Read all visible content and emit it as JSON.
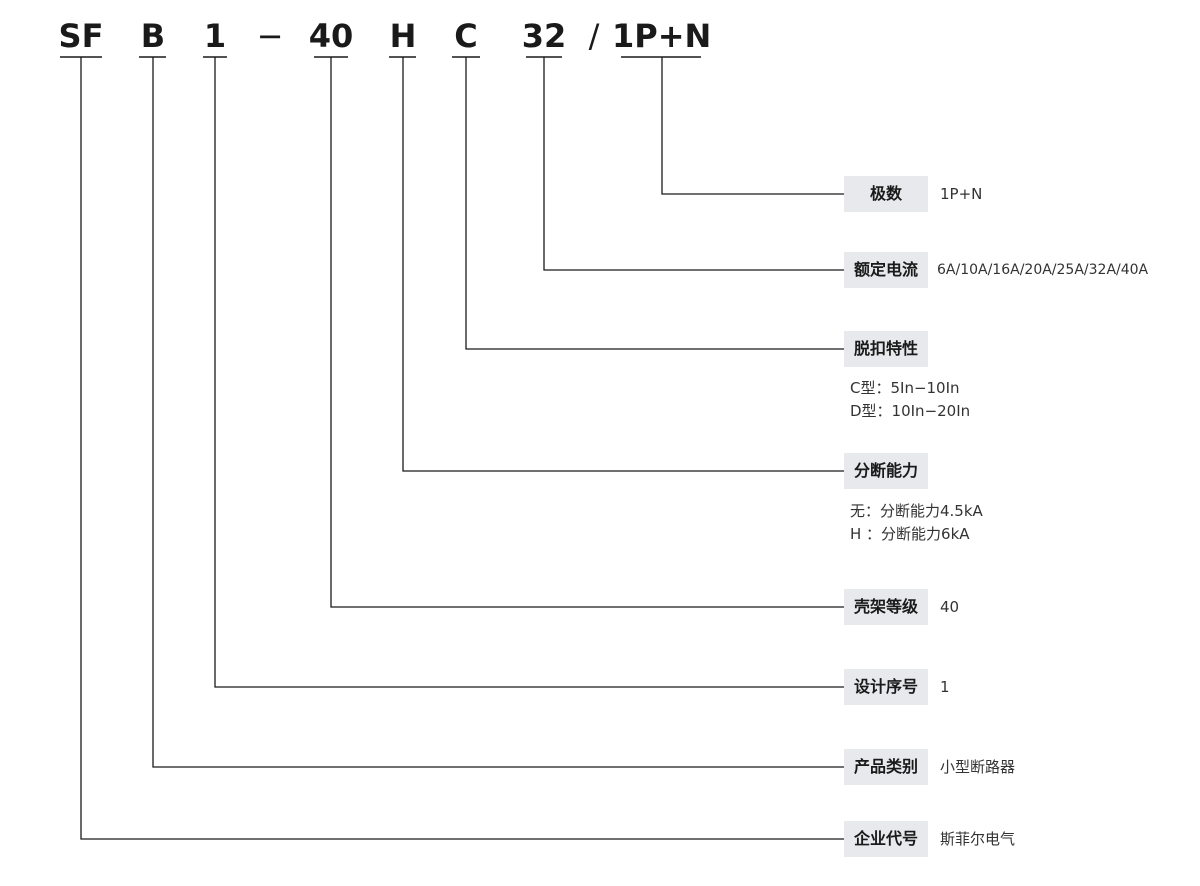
{
  "code_segments": [
    "SF",
    "B",
    "1",
    "−",
    "40",
    "H",
    "C",
    "32",
    "/",
    "1P+N"
  ],
  "fields": {
    "poles": {
      "label": "极数",
      "value": "1P+N"
    },
    "rated_current": {
      "label": "额定电流",
      "value": "6A/10A/16A/20A/25A/32A/40A"
    },
    "trip_characteristic": {
      "label": "脱扣特性",
      "details": [
        "C型：5In−10In",
        "D型：10In−20In"
      ]
    },
    "breaking_capacity": {
      "label": "分断能力",
      "details": [
        "无：分断能力4.5kA",
        "H ：分断能力6kA"
      ]
    },
    "frame_rating": {
      "label": "壳架等级",
      "value": "40"
    },
    "design_number": {
      "label": "设计序号",
      "value": "1"
    },
    "product_category": {
      "label": "产品类别",
      "value": "小型断路器"
    },
    "company_code": {
      "label": "企业代号",
      "value": "斯菲尔电气"
    }
  },
  "colors": {
    "line": "#1a1a1a",
    "label_background": "#e7e9ec"
  }
}
